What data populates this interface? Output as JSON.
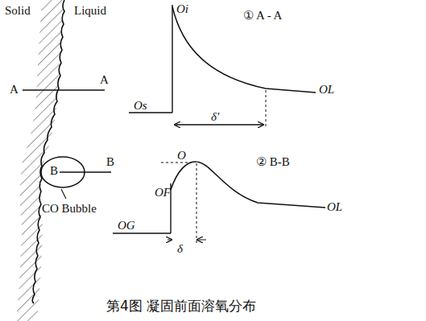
{
  "diagram": {
    "caption": "第4图 凝固前面溶氧分布",
    "labels": [
      "Solid",
      "Liquid",
      "A",
      "A",
      "B",
      "B",
      "CO Bubble",
      "① A - A",
      "Oi",
      "OL",
      "Os",
      "δ'",
      "② B-B",
      "O",
      "OF",
      "OL",
      "OG",
      "δ"
    ]
  }
}
